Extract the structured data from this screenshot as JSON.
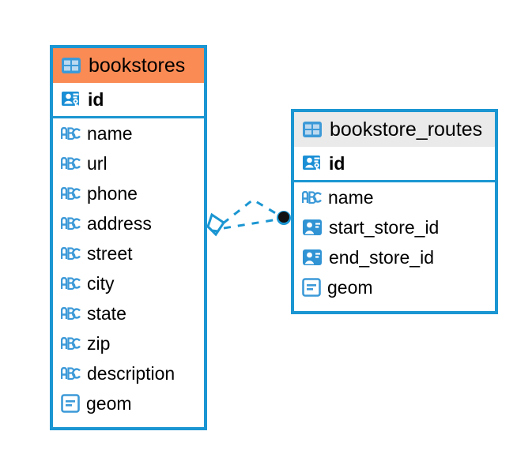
{
  "diagram": {
    "type": "entity-relationship-diagram",
    "background_color": "#ffffff",
    "accent_color": "#1b96d2",
    "highlight_color": "#fb8b54",
    "header_grey_color": "#eaeaea"
  },
  "entities": [
    {
      "name": "bookstores",
      "header_icon": "table-icon",
      "header_style": "orange",
      "fields": [
        {
          "label": "id",
          "icon": "primary-key-icon",
          "bold": true
        },
        {
          "label": "name",
          "icon": "abc-text-icon",
          "bold": false
        },
        {
          "label": "url",
          "icon": "abc-text-icon",
          "bold": false
        },
        {
          "label": "phone",
          "icon": "abc-text-icon",
          "bold": false
        },
        {
          "label": "address",
          "icon": "abc-text-icon",
          "bold": false
        },
        {
          "label": "street",
          "icon": "abc-text-icon",
          "bold": false
        },
        {
          "label": "city",
          "icon": "abc-text-icon",
          "bold": false
        },
        {
          "label": "state",
          "icon": "abc-text-icon",
          "bold": false
        },
        {
          "label": "zip",
          "icon": "abc-text-icon",
          "bold": false
        },
        {
          "label": "description",
          "icon": "abc-text-icon",
          "bold": false
        },
        {
          "label": "geom",
          "icon": "geometry-icon",
          "bold": false
        }
      ]
    },
    {
      "name": "bookstore_routes",
      "header_icon": "table-icon",
      "header_style": "grey",
      "fields": [
        {
          "label": "id",
          "icon": "primary-key-icon",
          "bold": true
        },
        {
          "label": "name",
          "icon": "abc-text-icon",
          "bold": false
        },
        {
          "label": "start_store_id",
          "icon": "foreign-key-icon",
          "bold": false
        },
        {
          "label": "end_store_id",
          "icon": "foreign-key-icon",
          "bold": false
        },
        {
          "label": "geom",
          "icon": "geometry-icon",
          "bold": false
        }
      ]
    }
  ],
  "relationship": {
    "style": "dashed",
    "color": "#1b96d2",
    "source_marker": "diamond",
    "target_marker": "filled-circle",
    "target_marker_fill": "#111111"
  }
}
